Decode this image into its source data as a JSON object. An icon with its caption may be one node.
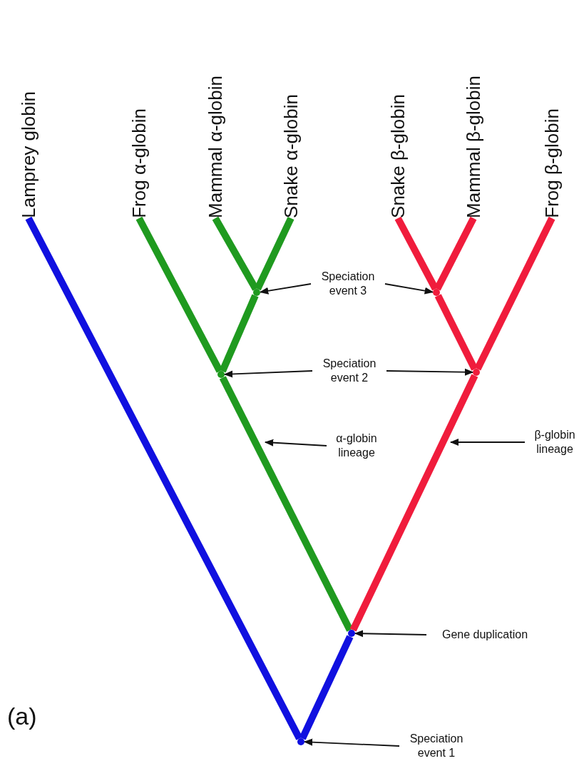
{
  "diagram": {
    "nodes": [
      {
        "text": [
          "Lamprey globin"
        ]
      },
      {
        "text": [
          "Frog α-globin"
        ]
      },
      {
        "text": [
          "Mammal α-globin"
        ]
      },
      {
        "text": [
          "Snake α-globin"
        ]
      },
      {
        "text": [
          "Snake β-globin"
        ]
      },
      {
        "text": [
          "Mammal β-globin"
        ]
      },
      {
        "text": [
          "Frog β-globin"
        ]
      },
      {
        "text": [
          "Speciation event 3"
        ]
      },
      {
        "text": [],
        "shape": "point"
      },
      {
        "text": [],
        "shape": "point"
      },
      {
        "text": [
          "Speciation event 2"
        ]
      },
      {
        "text": [],
        "shape": "point"
      },
      {
        "text": [],
        "shape": "point"
      },
      {
        "text": [
          "α-globin lineage"
        ]
      },
      {
        "text": [
          "β-globin lineage"
        ]
      },
      {
        "text": [],
        "shape": "point"
      },
      {
        "text": [
          "Gene duplication"
        ]
      },
      {
        "text": [],
        "shape": "point"
      },
      {
        "text": [
          "Speciation event 1"
        ]
      }
    ],
    "edges": [
      {
        "from": 17,
        "to": 0,
        "arrow": "none",
        "color": "#1010e0"
      },
      {
        "from": 17,
        "to": 15,
        "arrow": "none",
        "color": "#1010e0"
      },
      {
        "from": 15,
        "to": 11,
        "arrow": "none",
        "color": "#1f9a1f"
      },
      {
        "from": 11,
        "to": 1,
        "arrow": "none",
        "color": "#1f9a1f"
      },
      {
        "from": 11,
        "to": 8,
        "arrow": "none",
        "color": "#1f9a1f"
      },
      {
        "from": 8,
        "to": 2,
        "arrow": "none",
        "color": "#1f9a1f"
      },
      {
        "from": 8,
        "to": 3,
        "arrow": "none",
        "color": "#1f9a1f"
      },
      {
        "from": 15,
        "to": 12,
        "arrow": "none",
        "color": "#f01c3c"
      },
      {
        "from": 12,
        "to": 6,
        "arrow": "none",
        "color": "#f01c3c"
      },
      {
        "from": 12,
        "to": 9,
        "arrow": "none",
        "color": "#f01c3c"
      },
      {
        "from": 9,
        "to": 4,
        "arrow": "none",
        "color": "#f01c3c"
      },
      {
        "from": 9,
        "to": 5,
        "arrow": "none",
        "color": "#f01c3c"
      },
      {
        "from": 7,
        "to": 8,
        "arrow": "to"
      },
      {
        "from": 7,
        "to": 9,
        "arrow": "to"
      },
      {
        "from": 10,
        "to": 11,
        "arrow": "to"
      },
      {
        "from": 10,
        "to": 12,
        "arrow": "to"
      },
      {
        "from": 13,
        "to": null,
        "arrow": "to"
      },
      {
        "from": 14,
        "to": null,
        "arrow": "to"
      },
      {
        "from": 16,
        "to": 15,
        "arrow": "to"
      },
      {
        "from": 18,
        "to": 17,
        "arrow": "to"
      }
    ],
    "labels": [
      "(a)"
    ]
  }
}
